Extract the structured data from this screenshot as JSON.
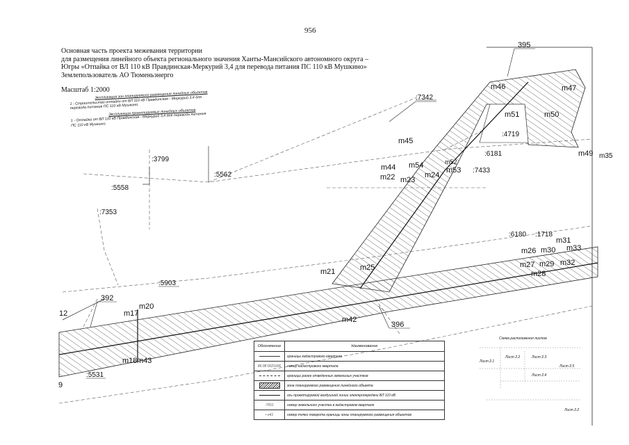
{
  "page_number": "956",
  "header": {
    "line1": "Основная часть проекта межевания территории",
    "line2": "для размещения линейного объекта регионального значения Ханты-Мансийского автономного округа –",
    "line3": "Югры «Отпайка от ВЛ 110 кВ Правдинская-Меркурий 3,4 для перевода питания ПС 110 кВ Мушкино»",
    "line4": "Землепользователь АО Тюменьэнерго",
    "scale": "Масштаб 1:2000"
  },
  "explication": {
    "title1": "Экспликация зон планируемого размещения линейных объектов",
    "item1a": "1 - Строительство отпайки от ВЛ 110 кВ Правдинская - Меркурий 3,4 для",
    "item1b": "перевода питания ПС 110 кВ Мушкино.",
    "title2": "Экспликация проектируемых линейных объектов",
    "item2a": "1 - Отпайка от ВЛ 110 кВ Правдинская - Меркурий 3,4 для перевода питания",
    "item2b": "ПС 110 кВ Мушкино."
  },
  "map_labels": {
    "p395": "395",
    "p7342": ":7342",
    "p3799": ":3799",
    "p5562": ":5562",
    "p5558": ":5558",
    "p7353": ":7353",
    "p5903": ":5903",
    "p5531": ":5531",
    "p392": "392",
    "p396": "396",
    "p12": "12",
    "p9": "9",
    "p6181": ":6181",
    "p7433": ":7433",
    "p4719": ":4719",
    "p6180": ":6180",
    "p1718": ":1718",
    "m46": "m46",
    "m47": "m47",
    "m51": "m51",
    "m50": "m50",
    "m49": "m49",
    "m35": "m35",
    "m45": "m45",
    "m44": "m44",
    "m54": "m54",
    "m22": "m22",
    "m23": "m23",
    "m24": "m24",
    "m53": "m53",
    "m52": "m52",
    "m21": "m21",
    "m25": "m25",
    "m42": "m42",
    "m20": "m20",
    "m17": "m17",
    "m18": "m18",
    "m43": "m43",
    "m31": "m31",
    "m26": "m26",
    "m30": "m30",
    "m33": "m33",
    "m27": "m27",
    "m29": "m29",
    "m32": "m32",
    "m28": "m28"
  },
  "legend": {
    "col1": "Обозначение",
    "col2": "Наименование",
    "r1": "границы кадастрового квартала",
    "r2_sym": "86:08:0021606",
    "r2": "номер кадастрового квартала",
    "r3": "границы ранее отведенных земельных участков",
    "r4": "зона планируемого размещения линейного объекта",
    "r5": "ось проектируемой воздушной линии электропередачи ВЛ 110 кВ",
    "r6_sym": ":7651",
    "r6": "номер земельного участка в кадастровом квартале",
    "r7_sym": "• н41",
    "r7": "номер точки поворота границы зоны планируемого размещения объектов"
  },
  "sheets": {
    "title": "Схема расположения листов",
    "s21": "Лист 2.1",
    "s22a": "Лист 2.2",
    "s23": "Лист 2.3",
    "s25": "Лист 2.5",
    "s24": "Лист 2.4",
    "s22b": "Лист 2.2"
  }
}
